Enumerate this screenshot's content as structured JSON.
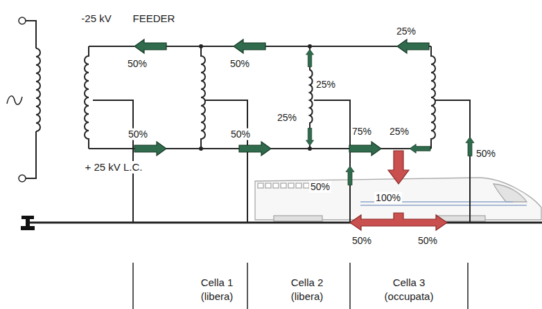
{
  "diagram": {
    "labels": [
      "-25 kV",
      "FEEDER",
      "25%",
      "50%",
      "50%",
      "25%",
      "25%",
      "75%",
      "25%",
      "50%",
      "50%",
      "50%",
      "+ 25 kV L.C.",
      "50%",
      "100%",
      "50%",
      "50%",
      "Cella 1 (libera)",
      "Cella 2 (libera)",
      "Cella 3 (occupata)"
    ]
  }
}
